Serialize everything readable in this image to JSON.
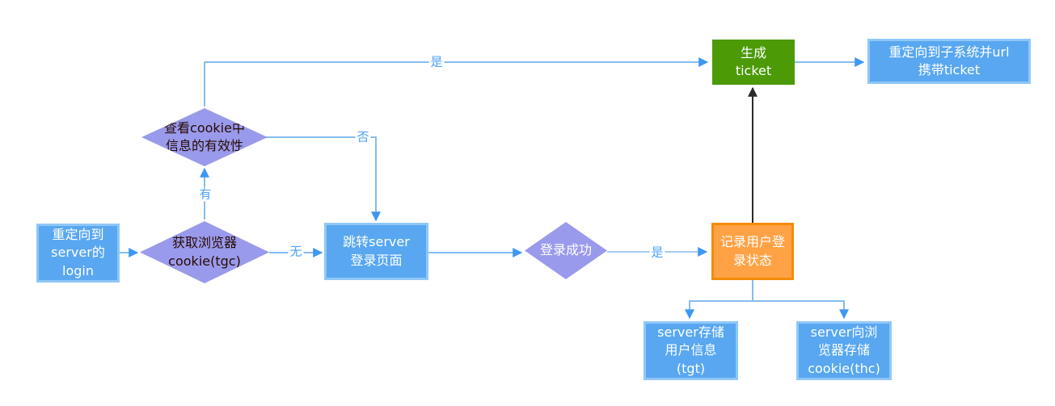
{
  "nodes": {
    "login": {
      "text": "重定向到\nserver的\nlogin",
      "type": "process"
    },
    "get_cookie": {
      "text": "获取浏览器\ncookie(tgc)",
      "type": "decision"
    },
    "check_cookie": {
      "text": "查看cookie中\n信息的有效性",
      "type": "decision"
    },
    "jump_login": {
      "text": "跳转server\n登录页面",
      "type": "process"
    },
    "login_success": {
      "text": "登录成功",
      "type": "decision"
    },
    "record_status": {
      "text": "记录用户登\n录状态",
      "type": "process-highlight"
    },
    "gen_ticket": {
      "text": "生成\nticket",
      "type": "process-success"
    },
    "redirect_sub": {
      "text": "重定向到子系统并url\n携带ticket",
      "type": "process"
    },
    "store_tgt": {
      "text": "server存储\n用户信息\n(tgt)",
      "type": "process"
    },
    "store_cookie": {
      "text": "server向浏\n览器存储\ncookie(thc)",
      "type": "process"
    }
  },
  "edge_labels": {
    "has": "有",
    "none": "无",
    "no": "否",
    "yes_top": "是",
    "yes_right": "是"
  },
  "colors": {
    "process_fill": "#58A7F0",
    "process_border": "#8FC7F8",
    "decision_fill": "#9A9AEC",
    "decision_text_dark": "#260A00",
    "success_fill": "#4C9A06",
    "record_fill": "#FFA245",
    "record_border": "#F28C05",
    "line": "#85BCEF",
    "line_light": "#A6CBF1",
    "arrow": "#3E97F2",
    "label_text": "#4DA0F5",
    "black_line": "#2A2A2A"
  }
}
